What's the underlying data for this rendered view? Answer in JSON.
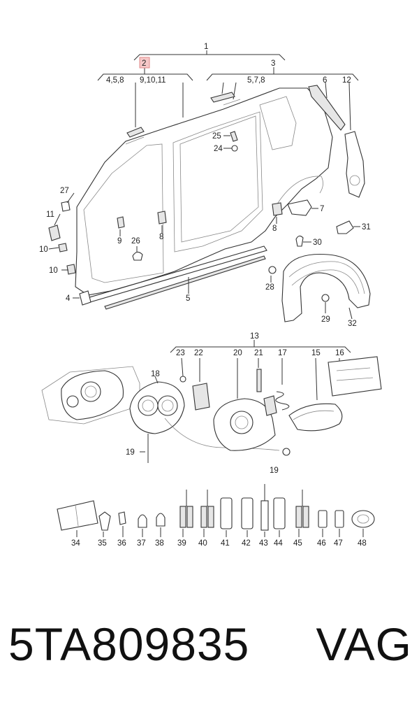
{
  "callouts": {
    "c1": "1",
    "c2": "2",
    "c3": "3",
    "c458": "4,5,8",
    "c91011": "9,10,11",
    "c578": "5,7,8",
    "c6": "6",
    "c12": "12",
    "c25": "25",
    "c24": "24",
    "c27": "27",
    "c11": "11",
    "c10a": "10",
    "c10b": "10",
    "c9": "9",
    "c26": "26",
    "c8a": "8",
    "c8b": "8",
    "c7": "7",
    "c31": "31",
    "c30": "30",
    "c28": "28",
    "c29": "29",
    "c32": "32",
    "c4": "4",
    "c5": "5",
    "c13": "13",
    "c23": "23",
    "c22": "22",
    "c20": "20",
    "c21": "21",
    "c17": "17",
    "c15": "15",
    "c16": "16",
    "c18": "18",
    "c19a": "19",
    "c19b": "19",
    "c34": "34",
    "c35": "35",
    "c36": "36",
    "c37": "37",
    "c38": "38",
    "c39": "39",
    "c40": "40",
    "c41": "41",
    "c42": "42",
    "c43": "43",
    "c44": "44",
    "c45": "45",
    "c46": "46",
    "c47": "47",
    "c48": "48"
  },
  "highlight_callout": "2",
  "colors": {
    "highlight": "#f6c8c8",
    "line": "#333333",
    "text": "#111111"
  },
  "caption": {
    "part_number": "5TA809835",
    "brand": "VAG"
  }
}
